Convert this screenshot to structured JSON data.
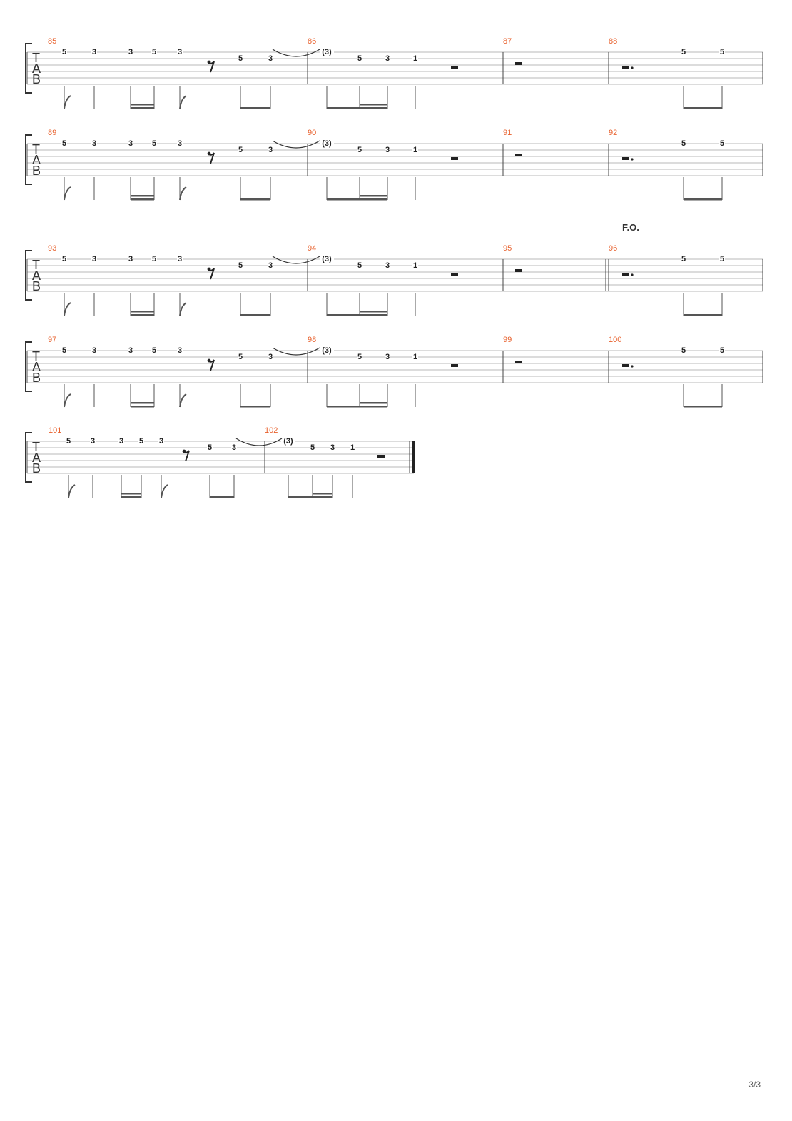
{
  "page": {
    "number": "3/3"
  },
  "annotations": [
    {
      "text": "F.O.",
      "at_measure": 96
    }
  ],
  "tab_label": [
    "T",
    "A",
    "B"
  ],
  "systems": [
    {
      "measures": [
        85,
        86,
        87,
        88
      ],
      "notes": [
        "5",
        "3",
        "3",
        "5",
        "3",
        "5",
        "3",
        "(3)",
        "5",
        "3",
        "1",
        "5",
        "5"
      ]
    },
    {
      "measures": [
        89,
        90,
        91,
        92
      ],
      "notes": [
        "5",
        "3",
        "3",
        "5",
        "3",
        "5",
        "3",
        "(3)",
        "5",
        "3",
        "1",
        "5",
        "5"
      ]
    },
    {
      "measures": [
        93,
        94,
        95,
        96
      ],
      "notes": [
        "5",
        "3",
        "3",
        "5",
        "3",
        "5",
        "3",
        "(3)",
        "5",
        "3",
        "1",
        "5",
        "5"
      ]
    },
    {
      "measures": [
        97,
        98,
        99,
        100
      ],
      "notes": [
        "5",
        "3",
        "3",
        "5",
        "3",
        "5",
        "3",
        "(3)",
        "5",
        "3",
        "1",
        "5",
        "5"
      ]
    },
    {
      "measures": [
        101,
        102
      ],
      "notes": [
        "5",
        "3",
        "3",
        "5",
        "3",
        "5",
        "3",
        "(3)",
        "5",
        "3",
        "1"
      ]
    }
  ]
}
